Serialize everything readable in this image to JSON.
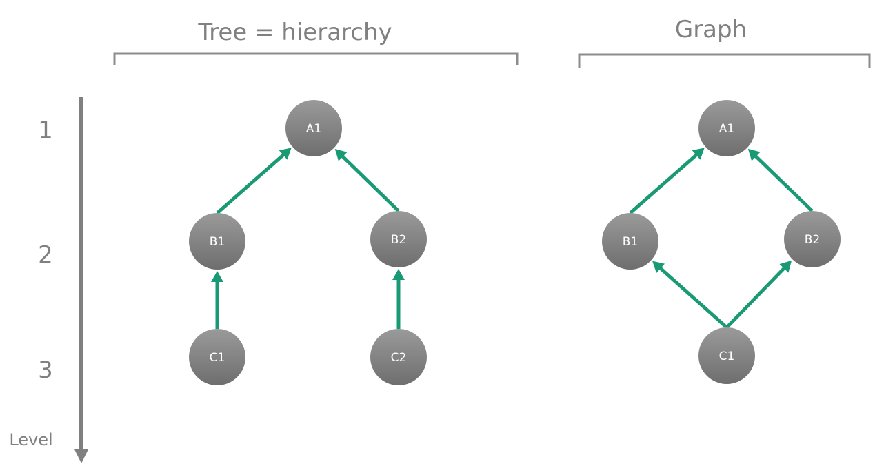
{
  "colors": {
    "edge": "#1a9a74",
    "node_top": "#9a9a9a",
    "node_bottom": "#6e6e6e",
    "text": "#808080",
    "axis": "#808080",
    "bracket": "#8c8c8c"
  },
  "axis": {
    "label": "Level",
    "levels": [
      "1",
      "2",
      "3"
    ]
  },
  "tree": {
    "title": "Tree = hierarchy",
    "nodes": [
      "A1",
      "B1",
      "B2",
      "C1",
      "C2"
    ],
    "edges": [
      {
        "from": "B1",
        "to": "A1"
      },
      {
        "from": "B2",
        "to": "A1"
      },
      {
        "from": "C1",
        "to": "B1"
      },
      {
        "from": "C2",
        "to": "B2"
      }
    ]
  },
  "graph": {
    "title": "Graph",
    "nodes": [
      "A1",
      "B1",
      "B2",
      "C1"
    ],
    "edges": [
      {
        "from": "B1",
        "to": "A1"
      },
      {
        "from": "B2",
        "to": "A1"
      },
      {
        "from": "C1",
        "to": "B1"
      },
      {
        "from": "C1",
        "to": "B2"
      }
    ]
  }
}
